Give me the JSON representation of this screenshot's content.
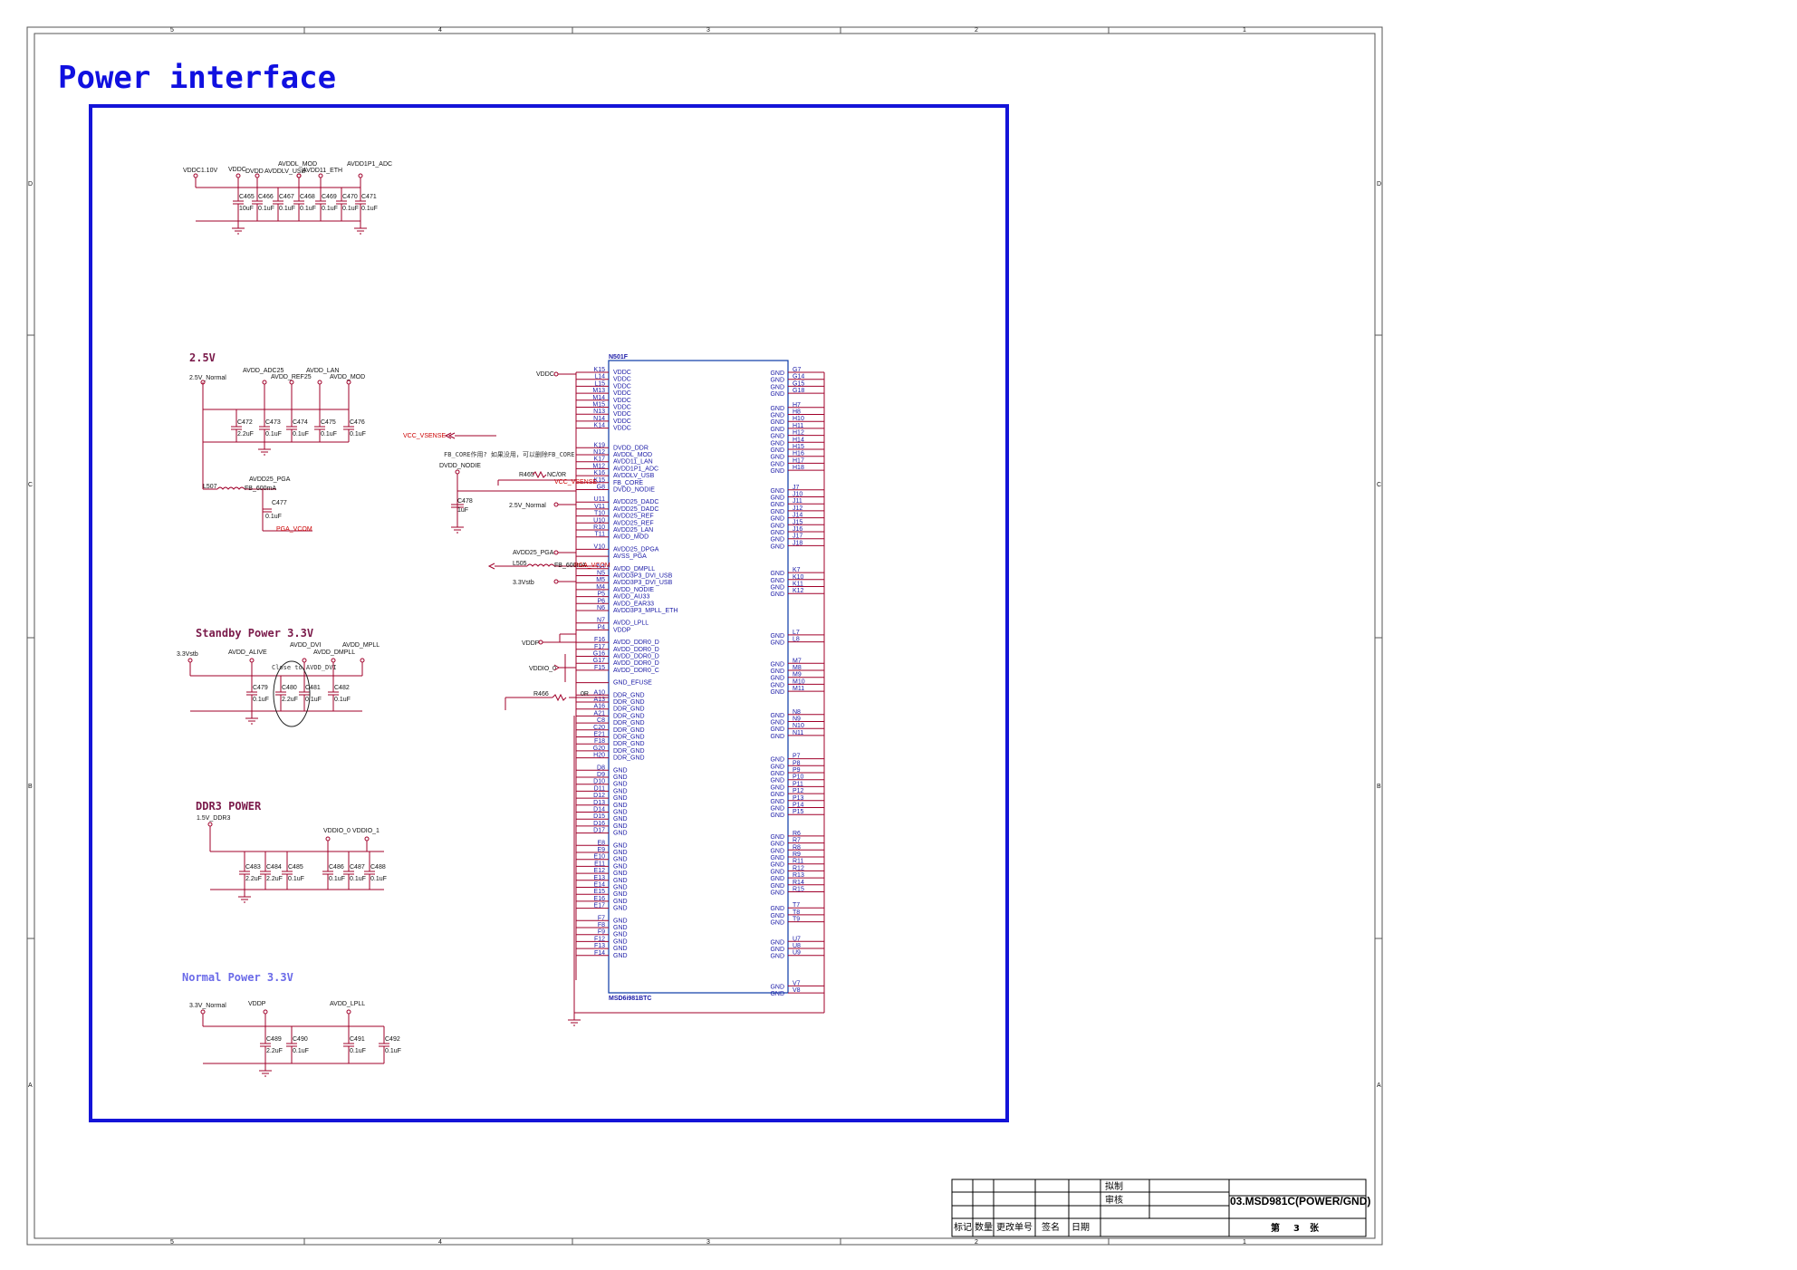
{
  "title": "Power interface",
  "chip": {
    "ref": "N501F",
    "part": "MSD6i981BTC",
    "left_pins": [
      [
        "K15",
        "VDDC"
      ],
      [
        "L14",
        "VDDC"
      ],
      [
        "L15",
        "VDDC"
      ],
      [
        "M13",
        "VDDC"
      ],
      [
        "M14",
        "VDDC"
      ],
      [
        "M15",
        "VDDC"
      ],
      [
        "N13",
        "VDDC"
      ],
      [
        "N14",
        "VDDC"
      ],
      [
        "K14",
        "VDDC"
      ],
      [
        "K19",
        "DVDD_DDR"
      ],
      [
        "N12",
        "AVDDL_MOD"
      ],
      [
        "K17",
        "AVDD11_LAN"
      ],
      [
        "M12",
        "AVDD1P1_ADC"
      ],
      [
        "K16",
        "AVDDLV_USB"
      ],
      [
        "K15",
        "FB_CORE"
      ],
      [
        "G8",
        "DVDD_NODIE"
      ],
      [
        "U11",
        "AVDD25_DADC"
      ],
      [
        "V11",
        "AVDD25_DADC"
      ],
      [
        "T10",
        "AVDD25_REF"
      ],
      [
        "U10",
        "AVDD25_REF"
      ],
      [
        "R10",
        "AVDD25_LAN"
      ],
      [
        "T11",
        "AVDD_MOD"
      ],
      [
        "V10",
        "AVDD25_DPGA"
      ],
      [
        "",
        "AVSS_PGA"
      ],
      [
        "N4",
        "AVDD_DMPLL"
      ],
      [
        "N5",
        "AVDD3P3_DVI_USB"
      ],
      [
        "M5",
        "AVDD3P3_DVI_USB"
      ],
      [
        "M4",
        "AVDD_NODIE"
      ],
      [
        "P5",
        "AVDD_AU33"
      ],
      [
        "P6",
        "AVDD_EAR33"
      ],
      [
        "N6",
        "AVDD3P3_MPLL_ETH"
      ],
      [
        "N7",
        "AVDD_LPLL"
      ],
      [
        "P4",
        "VDDP"
      ],
      [
        "F16",
        "AVDD_DDR0_D"
      ],
      [
        "F17",
        "AVDD_DDR0_D"
      ],
      [
        "G16",
        "AVDD_DDR0_D"
      ],
      [
        "G17",
        "AVDD_DDR0_D"
      ],
      [
        "F15",
        "AVDD_DDR0_C"
      ],
      [
        "",
        "GND_EFUSE"
      ],
      [
        "A10",
        "DDR_GND"
      ],
      [
        "A13",
        "DDR_GND"
      ],
      [
        "A16",
        "DDR_GND"
      ],
      [
        "A21",
        "DDR_GND"
      ],
      [
        "C8",
        "DDR_GND"
      ],
      [
        "C20",
        "DDR_GND"
      ],
      [
        "E21",
        "DDR_GND"
      ],
      [
        "F18",
        "DDR_GND"
      ],
      [
        "G20",
        "DDR_GND"
      ],
      [
        "H20",
        "DDR_GND"
      ],
      [
        "D8",
        "GND"
      ],
      [
        "D9",
        "GND"
      ],
      [
        "D10",
        "GND"
      ],
      [
        "D11",
        "GND"
      ],
      [
        "D12",
        "GND"
      ],
      [
        "D13",
        "GND"
      ],
      [
        "D14",
        "GND"
      ],
      [
        "D15",
        "GND"
      ],
      [
        "D16",
        "GND"
      ],
      [
        "D17",
        "GND"
      ],
      [
        "E8",
        "GND"
      ],
      [
        "E9",
        "GND"
      ],
      [
        "E10",
        "GND"
      ],
      [
        "E11",
        "GND"
      ],
      [
        "E12",
        "GND"
      ],
      [
        "E13",
        "GND"
      ],
      [
        "E14",
        "GND"
      ],
      [
        "E15",
        "GND"
      ],
      [
        "E16",
        "GND"
      ],
      [
        "E17",
        "GND"
      ],
      [
        "F7",
        "GND"
      ],
      [
        "F8",
        "GND"
      ],
      [
        "F9",
        "GND"
      ],
      [
        "F12",
        "GND"
      ],
      [
        "F13",
        "GND"
      ],
      [
        "F14",
        "GND"
      ]
    ],
    "right_pins": [
      [
        "G7",
        "GND"
      ],
      [
        "G14",
        "GND"
      ],
      [
        "G15",
        "GND"
      ],
      [
        "G18",
        "GND"
      ],
      [
        "H7",
        "GND"
      ],
      [
        "H8",
        "GND"
      ],
      [
        "H10",
        "GND"
      ],
      [
        "H11",
        "GND"
      ],
      [
        "H12",
        "GND"
      ],
      [
        "H14",
        "GND"
      ],
      [
        "H15",
        "GND"
      ],
      [
        "H16",
        "GND"
      ],
      [
        "H17",
        "GND"
      ],
      [
        "H18",
        "GND"
      ],
      [
        "J7",
        "GND"
      ],
      [
        "J10",
        "GND"
      ],
      [
        "J11",
        "GND"
      ],
      [
        "J12",
        "GND"
      ],
      [
        "J14",
        "GND"
      ],
      [
        "J15",
        "GND"
      ],
      [
        "J16",
        "GND"
      ],
      [
        "J17",
        "GND"
      ],
      [
        "J18",
        "GND"
      ],
      [
        "K7",
        "GND"
      ],
      [
        "K10",
        "GND"
      ],
      [
        "K11",
        "GND"
      ],
      [
        "K12",
        "GND"
      ],
      [
        "L7",
        "GND"
      ],
      [
        "L8",
        "GND"
      ],
      [
        "M7",
        "GND"
      ],
      [
        "M8",
        "GND"
      ],
      [
        "M9",
        "GND"
      ],
      [
        "M10",
        "GND"
      ],
      [
        "M11",
        "GND"
      ],
      [
        "N8",
        "GND"
      ],
      [
        "N9",
        "GND"
      ],
      [
        "N10",
        "GND"
      ],
      [
        "N11",
        "GND"
      ],
      [
        "P7",
        "GND"
      ],
      [
        "P8",
        "GND"
      ],
      [
        "P9",
        "GND"
      ],
      [
        "P10",
        "GND"
      ],
      [
        "P11",
        "GND"
      ],
      [
        "P12",
        "GND"
      ],
      [
        "P13",
        "GND"
      ],
      [
        "P14",
        "GND"
      ],
      [
        "P15",
        "GND"
      ],
      [
        "R6",
        "GND"
      ],
      [
        "R7",
        "GND"
      ],
      [
        "R8",
        "GND"
      ],
      [
        "R9",
        "GND"
      ],
      [
        "R11",
        "GND"
      ],
      [
        "R12",
        "GND"
      ],
      [
        "R13",
        "GND"
      ],
      [
        "R14",
        "GND"
      ],
      [
        "R15",
        "GND"
      ],
      [
        "T7",
        "GND"
      ],
      [
        "T8",
        "GND"
      ],
      [
        "T9",
        "GND"
      ],
      [
        "U7",
        "GND"
      ],
      [
        "U8",
        "GND"
      ],
      [
        "U9",
        "GND"
      ],
      [
        "V7",
        "GND"
      ],
      [
        "V8",
        "GND"
      ]
    ]
  },
  "sections": {
    "s25": "2.5V",
    "standby": "Standby Power 3.3V",
    "ddr3": "DDR3 POWER",
    "normal": "Normal Power 3.3V"
  },
  "top_group": {
    "nets": [
      "VDDC1.10V",
      "VDDC",
      "DVDD",
      "AVDDLV_USB",
      "AVDDL_MOD",
      "AVDD11_ETH",
      "AVDD1P1_ADC"
    ],
    "caps": [
      [
        "C465",
        "10uF"
      ],
      [
        "C466",
        "0.1uF"
      ],
      [
        "C467",
        "0.1uF"
      ],
      [
        "C468",
        "0.1uF"
      ],
      [
        "C469",
        "0.1uF"
      ],
      [
        "C470",
        "0.1uF"
      ],
      [
        "C471",
        "0.1uF"
      ]
    ]
  },
  "g25": {
    "nets": [
      "2.5V_Normal",
      "AVDD_ADC25",
      "AVDD_REF25",
      "AVDD_LAN",
      "AVDD_MOD"
    ],
    "caps": [
      [
        "C472",
        "2.2uF"
      ],
      [
        "C473",
        "0.1uF"
      ],
      [
        "C474",
        "0.1uF"
      ],
      [
        "C475",
        "0.1uF"
      ],
      [
        "C476",
        "0.1uF"
      ]
    ],
    "pga_net": "AVDD25_PGA",
    "inductor": "L507",
    "inductor_val": "FB_600mA",
    "c477": [
      "C477",
      "0.1uF"
    ],
    "pga_vcom": "PGA_VCOM"
  },
  "standby_group": {
    "nets": [
      "3.3Vstb",
      "AVDD_ALIVE",
      "AVDD_DVI",
      "AVDD_DMPLL",
      "AVDD_MPLL"
    ],
    "caps": [
      [
        "C479",
        "0.1uF"
      ],
      [
        "C480",
        "2.2uF"
      ],
      [
        "C481",
        "0.1uF"
      ],
      [
        "C482",
        "0.1uF"
      ]
    ],
    "note": "Close to AVDD_DVI"
  },
  "ddr_group": {
    "nets": [
      "1.5V_DDR3",
      "VDDIO_0",
      "VDDIO_1"
    ],
    "caps": [
      [
        "C483",
        "2.2uF"
      ],
      [
        "C484",
        "2.2uF"
      ],
      [
        "C485",
        "0.1uF"
      ],
      [
        "C486",
        "0.1uF"
      ],
      [
        "C487",
        "0.1uF"
      ],
      [
        "C488",
        "0.1uF"
      ]
    ]
  },
  "normal_group": {
    "nets": [
      "3.3V_Normal",
      "VDDP",
      "AVDD_LPLL"
    ],
    "caps": [
      [
        "C489",
        "2.2uF"
      ],
      [
        "C490",
        "0.1uF"
      ],
      [
        "C491",
        "0.1uF"
      ],
      [
        "C492",
        "0.1uF"
      ]
    ]
  },
  "mid": {
    "vddc": "VDDC",
    "vcc_vsense": "VCC_VSENSE",
    "fb_note": "FB_CORE作用? 如果没用，可以删除FB_CORE",
    "dvdd_nodie": "DVDD_NODIE",
    "r465": "R465",
    "r465_val": "NC/0R",
    "vcc_vsense2": "VCC_VSENSE",
    "c478": [
      "C478",
      "1uF"
    ],
    "v25": "2.5V_Normal",
    "avdd25_pga": "AVDD25_PGA",
    "l505": "L505",
    "l505_val": "FB_600mA",
    "pga_vcom": "PGA_VCOM",
    "v33stb": "3.3Vstb",
    "vddp": "VDDP",
    "vddio": "VDDIO_0",
    "r466": "R466",
    "r466_val": "0R"
  },
  "title_block": {
    "drawn": "拟制",
    "check": "审核",
    "doc": "03.MSD981C(POWER/GND)",
    "mark": "标记",
    "qty": "数量",
    "change": "更改单号",
    "sign": "签名",
    "date": "日期",
    "sheet_prefix": "第",
    "sheet_no": "3",
    "sheet_suffix": "张"
  },
  "border": {
    "cols": [
      "5",
      "4",
      "3",
      "2",
      "1"
    ],
    "rows": [
      "D",
      "C",
      "B",
      "A"
    ]
  },
  "colors": {
    "title": "#1010e0",
    "frame": "#1414d8",
    "wire": "#a0002a",
    "pin": "#0a3aa6"
  }
}
